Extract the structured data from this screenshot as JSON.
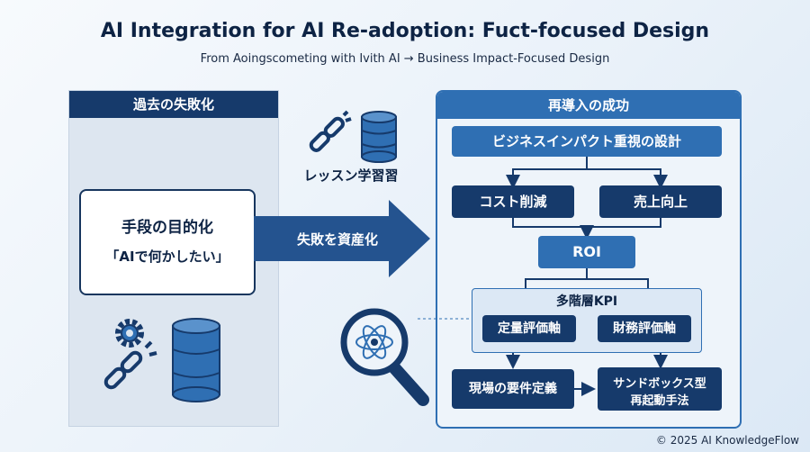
{
  "header": {
    "title": "AI Integration for AI Re-adoption: Fuct-focused Design",
    "subtitle": "From Aoingsco​meting with Ivith AI → Business Impact-Focused Design"
  },
  "left_panel": {
    "title": "過去の失敗化",
    "focus_main": "手段の目的化",
    "focus_sub": "「AIで何かしたい」"
  },
  "center": {
    "lesson_label": "レッスン学習習",
    "arrow_label": "失敗を資産化"
  },
  "right_panel": {
    "title": "再導入の成功",
    "top_node": "ビジネスインパクト重視の設計",
    "cost_node": "コスト削減",
    "sales_node": "売上向上",
    "roi_node": "ROI",
    "kpi_label": "多階層KPI",
    "quant_node": "定量評価軸",
    "finance_node": "財務評価軸",
    "field_node": "現場の要件定義",
    "sandbox_node_line1": "サンドボックス型",
    "sandbox_node_line2": "再起動手法"
  },
  "icons": {
    "lesson": [
      "broken-chain-icon",
      "database-icon"
    ],
    "left_bottom": [
      "gear-icon",
      "broken-chain-icon",
      "database-icon"
    ],
    "magnifier": "magnifier-atom-icon"
  },
  "colors": {
    "navy": "#163a6b",
    "blue": "#2f6fb3",
    "light_panel": "#dde6f0"
  },
  "footer": {
    "copyright": "© 2025 AI KnowledgeFlow"
  }
}
